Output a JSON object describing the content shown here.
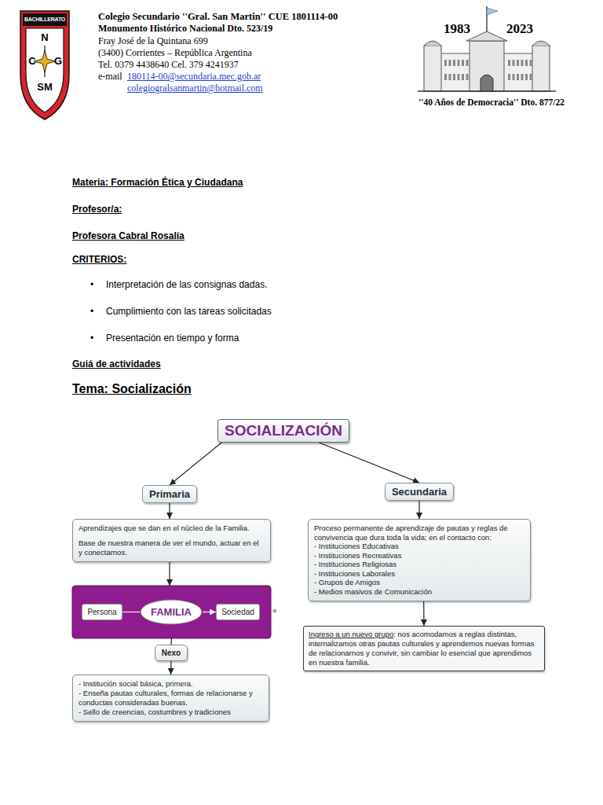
{
  "diagram": {
    "nodes": [
      {
        "text": [
          "SOCIALIZACIÓN"
        ]
      },
      {
        "text": [
          "Primaria"
        ]
      },
      {
        "text": [
          "Secundaria"
        ]
      },
      {
        "text": [
          "Aprendizajes que se dan en el núcleo de la Familia.",
          "Base de nuestra manera de ver el mundo, actuar en el y conectarnos."
        ]
      },
      {
        "text": []
      },
      {
        "text": [
          "Persona"
        ],
        "in": 4
      },
      {
        "text": [
          "FAMILIA"
        ],
        "in": 4
      },
      {
        "text": [
          "Sociedad"
        ],
        "in": 4
      },
      {
        "text": [
          "Nexo"
        ]
      },
      {
        "text": [
          "- Institución social básica, primera.",
          "- Enseña pautas culturales, formas de relacionarse y conductas consideradas buenas.",
          "- Sello de creencias, costumbres y tradiciones"
        ]
      },
      {
        "text": [
          "Proceso permanente de aprendizaje de pautas y reglas de convivencia que dura toda la vida; en el contacto con:",
          "- Instituciones Educativas",
          "- Instituciones Recreativas",
          "- Instituciones Religiosas",
          "- Instituciones Laborales",
          "- Grupos de Amigos",
          "- Medios masivos de Comunicación"
        ]
      },
      {
        "text": [
          "Ingreso a un nuevo grupo",
          ": nos acomodamos a reglas distintas, internalizamos otras pautas culturales y aprendemos nuevas formas de relacionarnos y convivir, sin cambiar lo esencial que aprendimos en nuestra familia."
        ]
      }
    ],
    "edges": [
      {
        "from": 0,
        "to": 1,
        "arrow": "to"
      },
      {
        "from": 0,
        "to": 2,
        "arrow": "to"
      },
      {
        "from": 1,
        "to": 3,
        "arrow": "to"
      },
      {
        "from": 3,
        "to": 4,
        "arrow": "to"
      },
      {
        "from": 5,
        "to": 6,
        "arrow": "none"
      },
      {
        "from": 6,
        "to": 7,
        "arrow": "to"
      },
      {
        "from": 4,
        "to": 8,
        "arrow": "none"
      },
      {
        "from": 8,
        "to": 9,
        "arrow": "to"
      },
      {
        "from": 2,
        "to": 10,
        "arrow": "to"
      },
      {
        "from": 10,
        "to": 11,
        "arrow": "to"
      }
    ],
    "labels": [
      "BACHILLERATO",
      "N",
      "C",
      "G",
      "SM",
      "Colegio Secundario ''Gral. San Martin'' CUE 1801114-00",
      "Monumento Histórico Nacional Dto. 523/19",
      "Fray José de la Quintana 699",
      "(3400) Corrientes – República Argentina",
      "Tel. 0379 4438640 Cel. 379 4241937",
      "e-mail",
      "180114-00@secundaria.mec.gob.ar",
      "colegiogralsanmartin@hotmail.com",
      "1983",
      "2023",
      "''40 Años de Democracia'' Dto. 877/22",
      "Materia: Formación Ética y Ciudadana",
      "Profesor/a:",
      "Profesora Cabral Rosalía",
      "CRITERIOS:",
      "•",
      "Interpretación de las consignas dadas.",
      "•",
      "Cumplimiento con las tareas solicitadas",
      "•",
      "Presentación en tiempo y forma",
      "Guiá de actividades",
      "Tema: Socialización",
      "«"
    ]
  }
}
